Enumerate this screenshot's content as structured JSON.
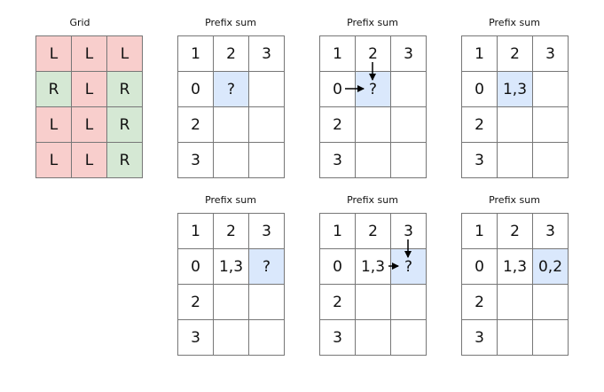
{
  "colors": {
    "L": "#f8cecc",
    "R": "#d5e8d4",
    "highlight": "#dae8fc",
    "border": "#777777"
  },
  "grid": {
    "caption": "Grid",
    "rows": [
      [
        "L",
        "L",
        "L"
      ],
      [
        "R",
        "L",
        "R"
      ],
      [
        "L",
        "L",
        "R"
      ],
      [
        "L",
        "L",
        "R"
      ]
    ]
  },
  "panels": [
    {
      "caption": "Prefix sum",
      "rows": [
        [
          "1",
          "2",
          "3"
        ],
        [
          "0",
          "?",
          ""
        ],
        [
          "2",
          "",
          ""
        ],
        [
          "3",
          "",
          ""
        ]
      ],
      "highlight": [
        1,
        1
      ]
    },
    {
      "caption": "Prefix sum",
      "rows": [
        [
          "1",
          "2",
          "3"
        ],
        [
          "0",
          "?",
          ""
        ],
        [
          "2",
          "",
          ""
        ],
        [
          "3",
          "",
          ""
        ]
      ],
      "highlight": [
        1,
        1
      ]
    },
    {
      "caption": "Prefix sum",
      "rows": [
        [
          "1",
          "2",
          "3"
        ],
        [
          "0",
          "1,3",
          ""
        ],
        [
          "2",
          "",
          ""
        ],
        [
          "3",
          "",
          ""
        ]
      ],
      "highlight": [
        1,
        1
      ]
    },
    {
      "caption": "Prefix sum",
      "rows": [
        [
          "1",
          "2",
          "3"
        ],
        [
          "0",
          "1,3",
          "?"
        ],
        [
          "2",
          "",
          ""
        ],
        [
          "3",
          "",
          ""
        ]
      ],
      "highlight": [
        1,
        2
      ]
    },
    {
      "caption": "Prefix sum",
      "rows": [
        [
          "1",
          "2",
          "3"
        ],
        [
          "0",
          "1,3",
          "?"
        ],
        [
          "2",
          "",
          ""
        ],
        [
          "3",
          "",
          ""
        ]
      ],
      "highlight": [
        1,
        2
      ]
    },
    {
      "caption": "Prefix sum",
      "rows": [
        [
          "1",
          "2",
          "3"
        ],
        [
          "0",
          "1,3",
          "0,2"
        ],
        [
          "2",
          "",
          ""
        ],
        [
          "3",
          "",
          ""
        ]
      ],
      "highlight": [
        1,
        2
      ]
    }
  ]
}
